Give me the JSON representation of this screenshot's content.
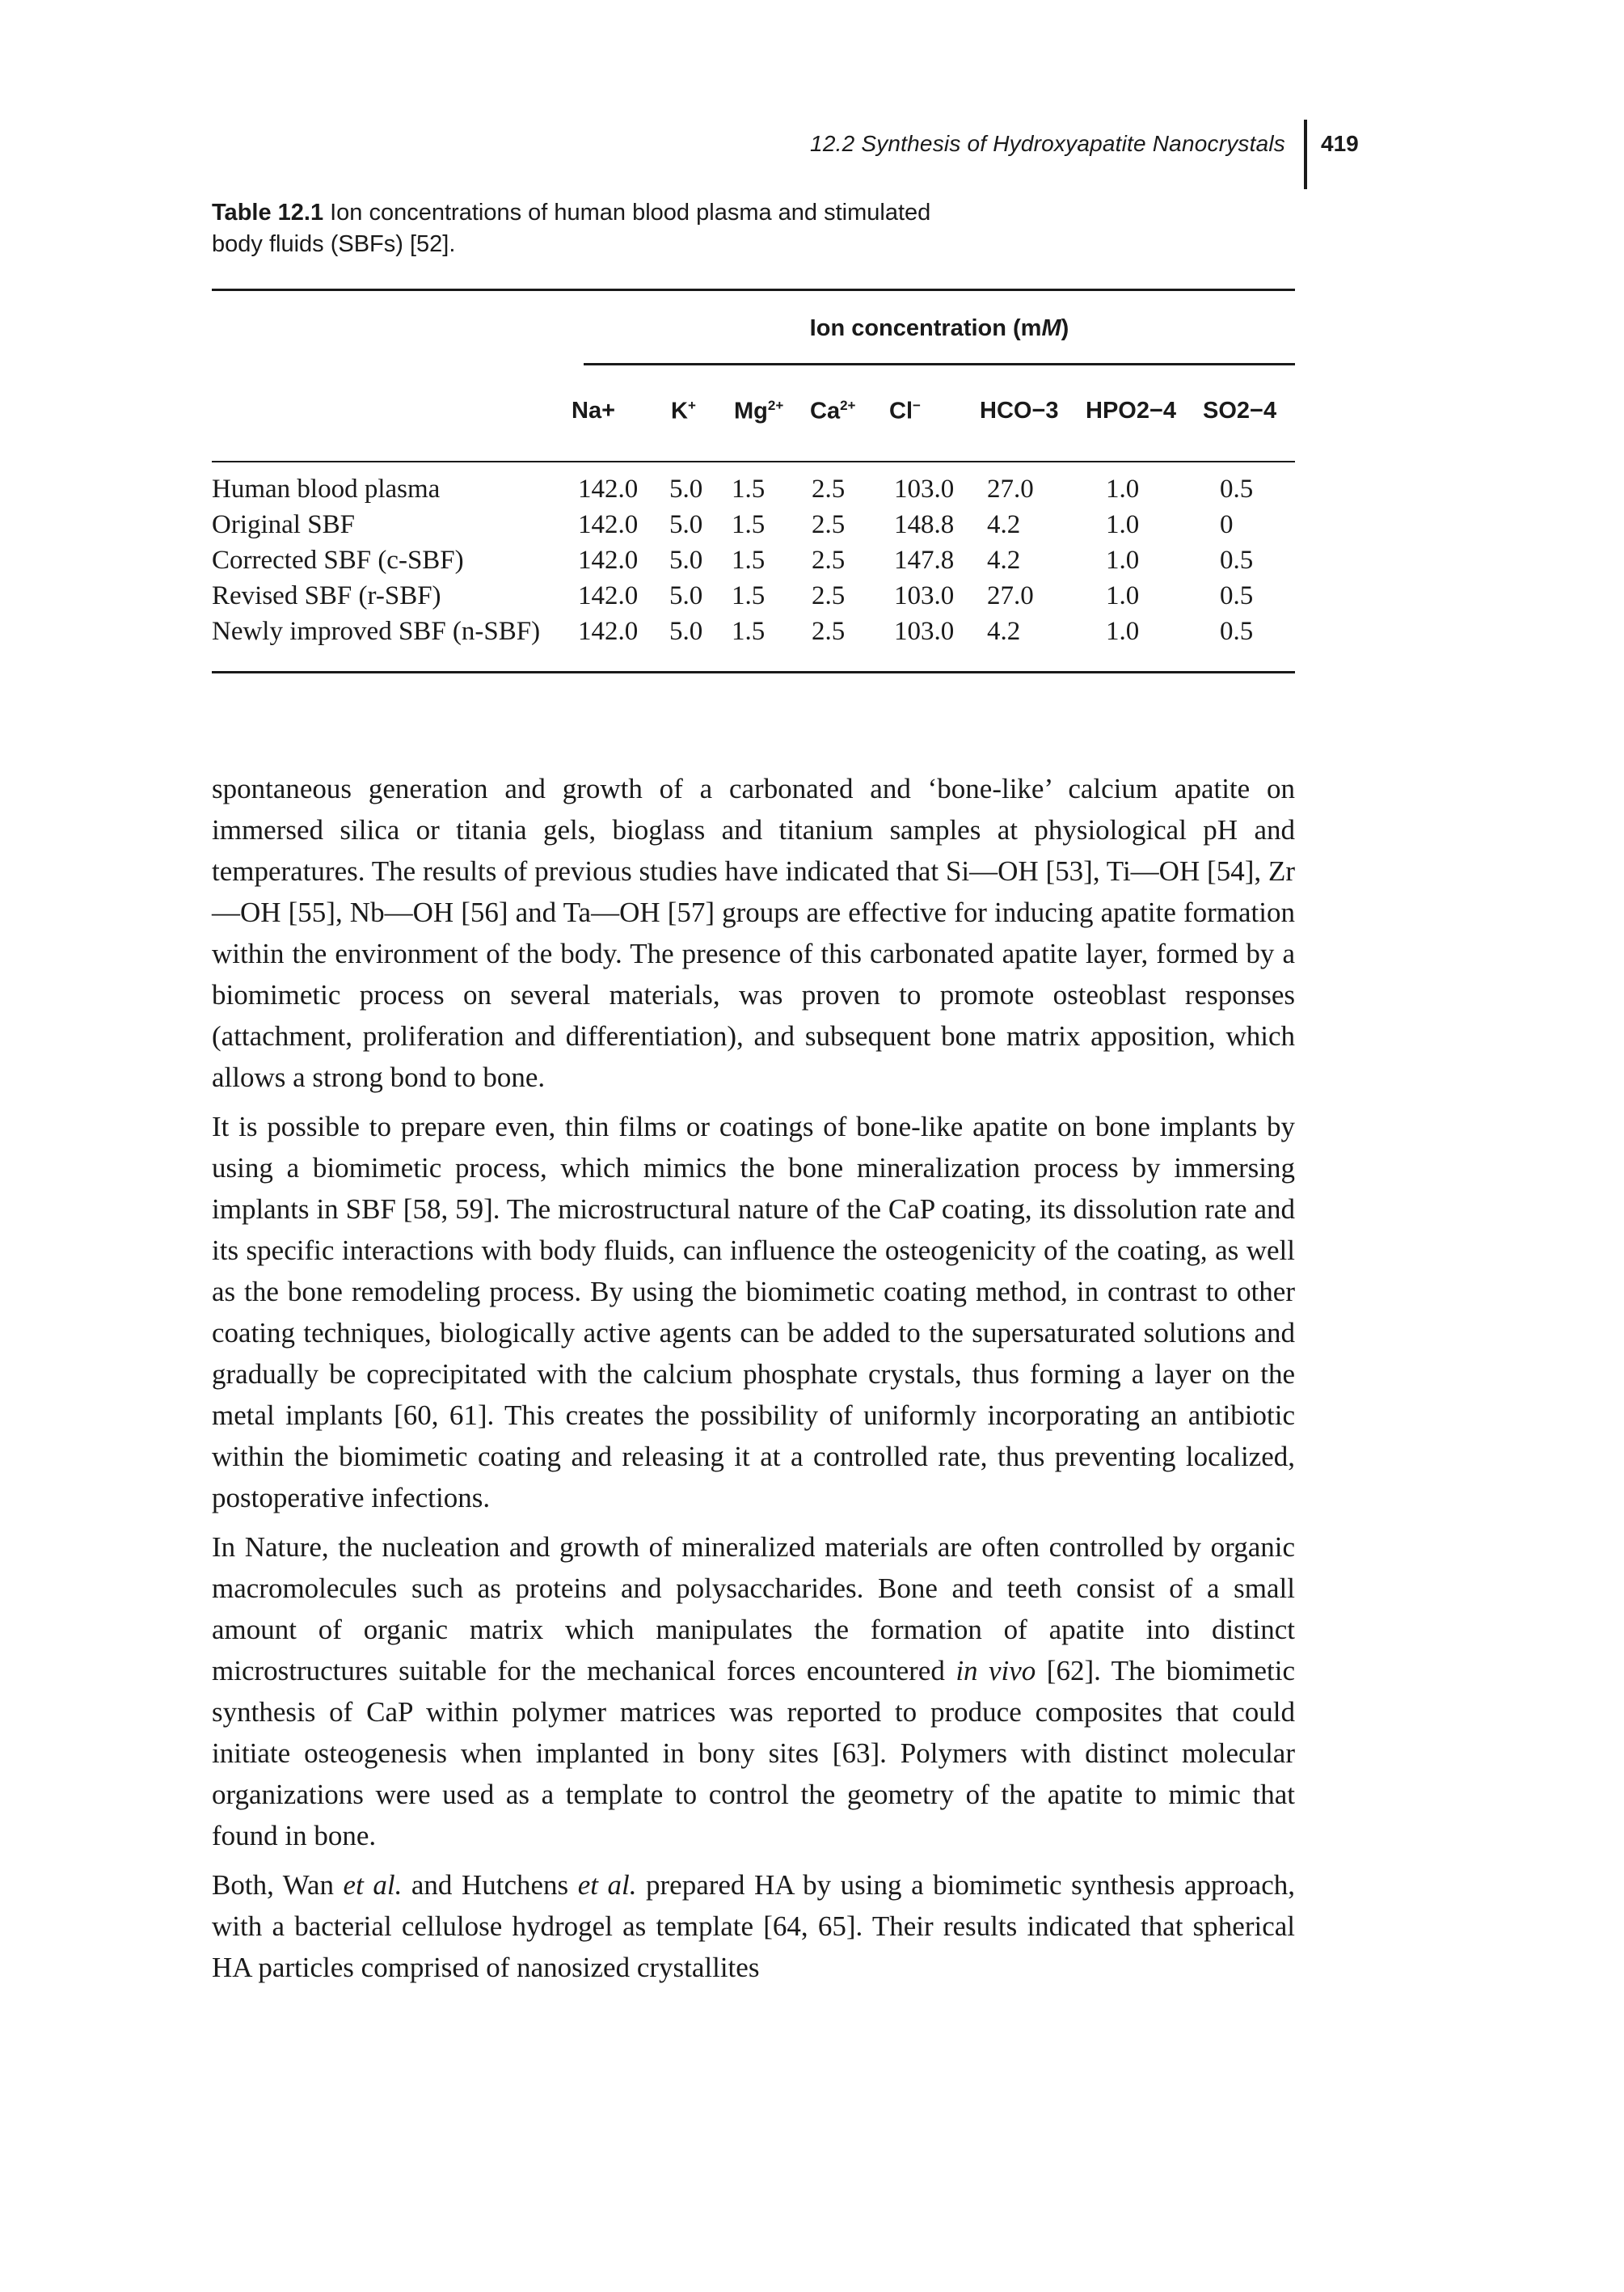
{
  "header": {
    "running_title": "12.2 Synthesis of Hydroxyapatite Nanocrystals",
    "page_number": "419"
  },
  "table": {
    "label": "Table 12.1",
    "caption": "Ion concentrations of human blood plasma and stimulated body fluids (SBFs) [52].",
    "group_header_text": "Ion concentration (m",
    "group_header_unit": "M",
    "group_header_close": ")",
    "columns": [
      {
        "base": "Na+",
        "sup": "",
        "sub": ""
      },
      {
        "base": "K",
        "sup": "+",
        "sub": ""
      },
      {
        "base": "Mg",
        "sup": "2+",
        "sub": ""
      },
      {
        "base": "Ca",
        "sup": "2+",
        "sub": ""
      },
      {
        "base": "Cl",
        "sup": "−",
        "sub": ""
      },
      {
        "base": "HCO",
        "sup": "−",
        "sub": "3"
      },
      {
        "base": "HPO",
        "sup": "2−",
        "sub": "4"
      },
      {
        "base": "SO",
        "sup": "2−",
        "sub": "4"
      }
    ],
    "rows": [
      {
        "label": "Human blood plasma",
        "values": [
          "142.0",
          "5.0",
          "1.5",
          "2.5",
          "103.0",
          "27.0",
          "1.0",
          "0.5"
        ]
      },
      {
        "label": "Original SBF",
        "values": [
          "142.0",
          "5.0",
          "1.5",
          "2.5",
          "148.8",
          "4.2",
          "1.0",
          "0"
        ]
      },
      {
        "label": "Corrected SBF (c-SBF)",
        "values": [
          "142.0",
          "5.0",
          "1.5",
          "2.5",
          "147.8",
          "4.2",
          "1.0",
          "0.5"
        ]
      },
      {
        "label": "Revised SBF (r-SBF)",
        "values": [
          "142.0",
          "5.0",
          "1.5",
          "2.5",
          "103.0",
          "27.0",
          "1.0",
          "0.5"
        ]
      },
      {
        "label": "Newly improved SBF (n-SBF)",
        "values": [
          "142.0",
          "5.0",
          "1.5",
          "2.5",
          "103.0",
          "4.2",
          "1.0",
          "0.5"
        ]
      }
    ]
  },
  "body": {
    "p1": "spontaneous generation and growth of a carbonated and ‘bone-like’ calcium apatite on immersed silica or titania gels, bioglass and titanium samples at physiological pH and temperatures. The results of previous studies have indicated that Si—OH [53], Ti—OH [54], Zr—OH [55], Nb—OH [56] and Ta—OH [57] groups are effective for inducing apatite formation within the environment of the body. The presence of this carbonated apatite layer, formed by a biomimetic process on several materials, was proven to promote osteoblast responses (attachment, proliferation and differentiation), and subsequent bone matrix apposition, which allows a strong bond to bone.",
    "p2": "It is possible to prepare even, thin films or coatings of bone-like apatite on bone implants by using a biomimetic process, which mimics the bone mineralization process by immersing implants in SBF [58, 59]. The microstructural nature of the CaP coating, its dissolution rate and its specific interactions with body fluids, can influence the osteogenicity of the coating, as well as the bone remodeling process. By using the biomimetic coating method, in contrast to other coating techniques, biologically active agents can be added to the supersaturated solutions and gradually be coprecipitated with the calcium phosphate crystals, thus forming a layer on the metal implants [60, 61]. This creates the possibility of uniformly incorporating an antibiotic within the biomimetic coating and releasing it at a controlled rate, thus preventing localized, postoperative infections.",
    "p3_a": "In Nature, the nucleation and growth of mineralized materials are often controlled by organic macromolecules such as proteins and polysaccharides. Bone and teeth consist of a small amount of organic matrix which manipulates the formation of apatite into distinct microstructures suitable for the mechanical forces encountered ",
    "p3_em": "in vivo",
    "p3_b": " [62]. The biomimetic synthesis of CaP within polymer matrices was reported to produce composites that could initiate osteogenesis when implanted in bony sites [63]. Polymers with distinct molecular organizations were used as a template to control the geometry of the apatite to mimic that found in bone.",
    "p4_a": "Both, Wan ",
    "p4_em1": "et al.",
    "p4_b": " and Hutchens ",
    "p4_em2": "et al.",
    "p4_c": " prepared HA by using a biomimetic synthesis approach, with a bacterial cellulose hydrogel as template [64, 65]. Their results indicated that spherical HA particles comprised of nanosized crystallites"
  }
}
